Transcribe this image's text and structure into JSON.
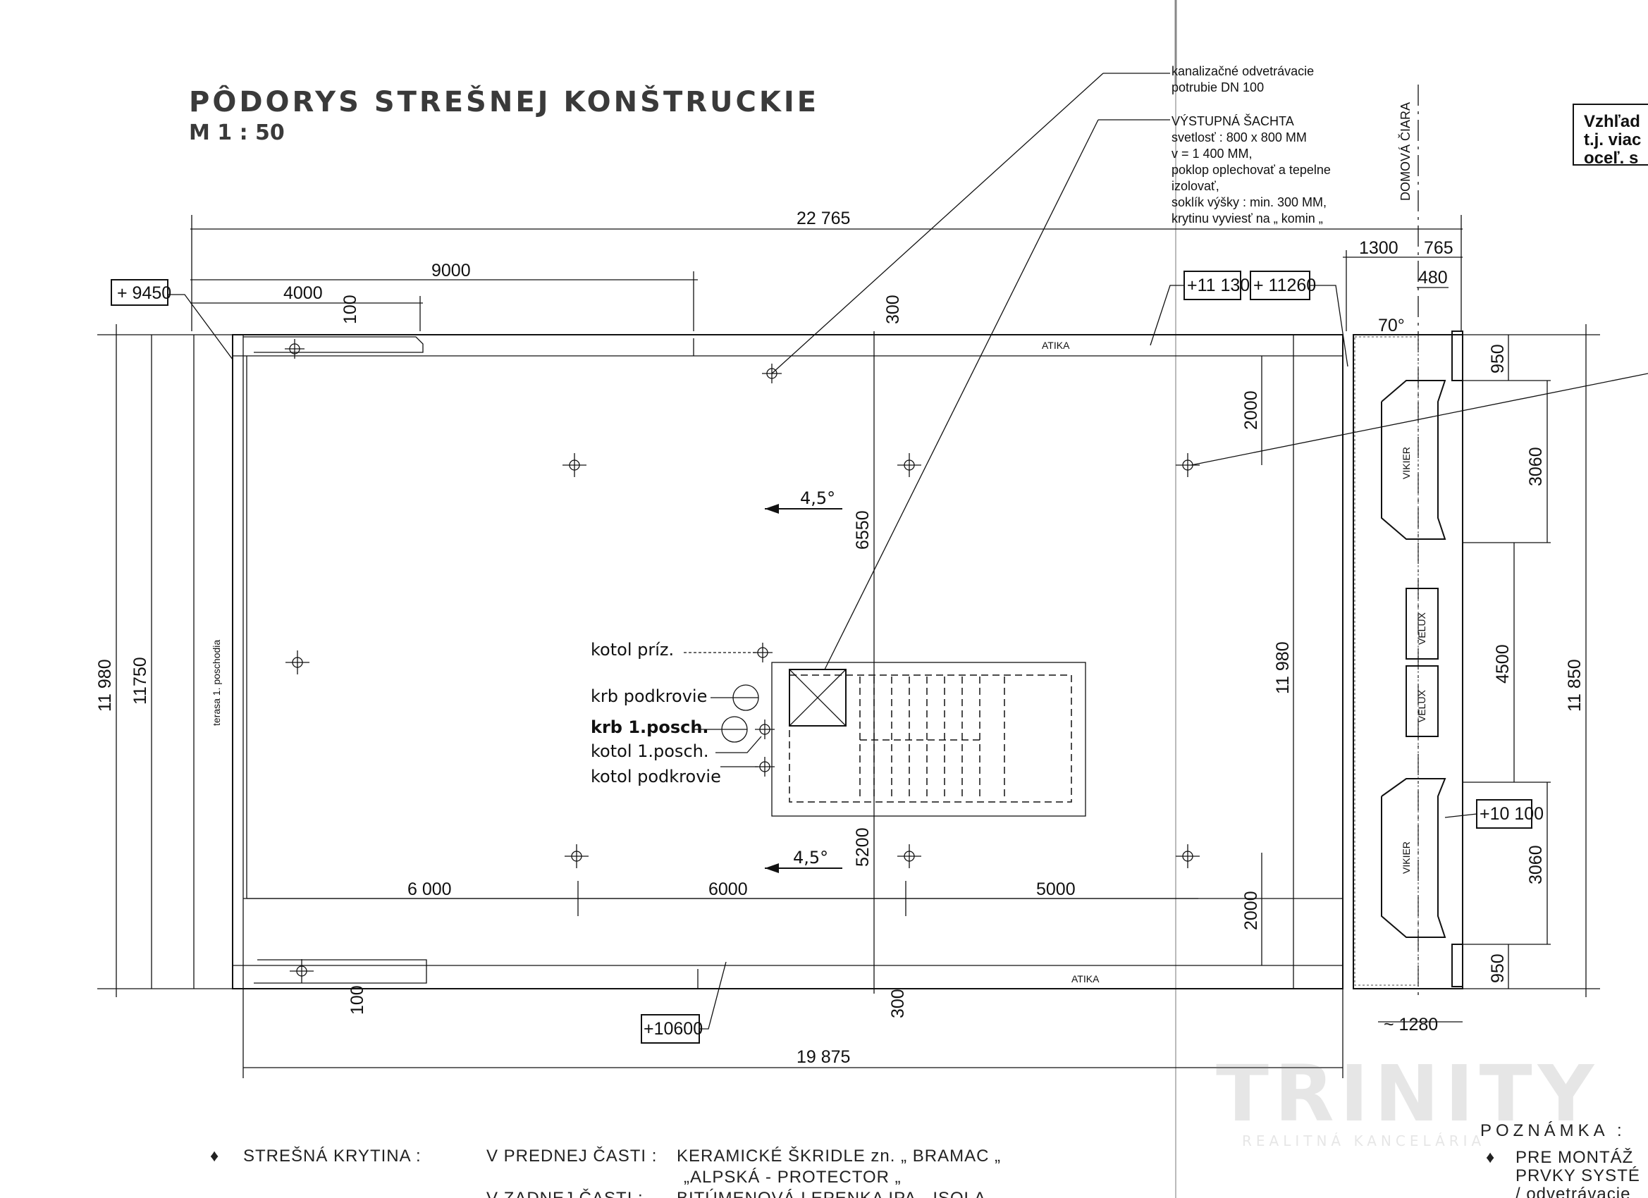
{
  "title": "PÔDORYS STREŠNEJ KONŠTRUCKIE",
  "scale": "M 1 : 50",
  "callouts": {
    "vent_pipe": [
      "kanalizačné odvetrávacie",
      "potrubie  DN 100"
    ],
    "shaft": [
      "VÝSTUPNÁ ŠACHTA",
      "svetlosť : 800 x 800 MM",
      "v = 1 400 MM,",
      "poklop oplechovať a tepelne",
      "izolovať,",
      "soklík výšky : min. 300 MM,",
      "krytinu vyviesť na „ komin „"
    ]
  },
  "boundary_label": "DOMOVÁ ČIARA",
  "side_note": [
    "Vzhľad",
    "t.j. viac",
    "oceľ. s"
  ],
  "dimensions": {
    "total_top": "22 765",
    "d9000": "9000",
    "d4000": "4000",
    "d1300": "1300",
    "d765": "765",
    "d480": "480",
    "d100_top": "100",
    "d300_top": "300",
    "d2000_top": "2000",
    "d6550": "6550",
    "d11980_left": "11 980",
    "d11750": "11750",
    "d11980_mid": "11 980",
    "d950_top": "950",
    "d3060_top": "3060",
    "d4500": "4500",
    "d3060_bot": "3060",
    "d950_bot": "950",
    "d11850": "11 850",
    "d6000_a": "6 000",
    "d6000_b": "6000",
    "d5000": "5000",
    "d5200": "5200",
    "d2000_bot": "2000",
    "d100_bot": "100",
    "d300_bot": "300",
    "total_bottom": "19 875",
    "d1280": "~ 1280"
  },
  "angle": "70°",
  "levels": {
    "l9450": "+ 9450",
    "l11130": "+11 130",
    "l11260": "+ 11260",
    "l10100": "+10 100",
    "l10600": "+10600"
  },
  "labels": {
    "atika_top": "ATIKA",
    "atika_bottom": "ATIKA",
    "terasa": "terasa 1. poschodia",
    "vikier_top": "VIKIER",
    "vikier_bottom": "VIKIER",
    "velux_a": "VELUX",
    "velux_b": "VELUX",
    "slope_top": "4,5°",
    "slope_bottom": "4,5°"
  },
  "chimneys": {
    "kotol_priz": "kotol  príz.",
    "krb_podkrovie": "krb  podkrovie",
    "krb_1posch": "krb 1.posch.",
    "kotol_1posch": "kotol  1.posch.",
    "kotol_podkrovie": "kotol podkrovie"
  },
  "notes": {
    "roofing_label": "STREŠNÁ KRYTINA :",
    "front_part": "V PREDNEJ ČASTI :",
    "front_material": "KERAMICKÉ ŠKRIDLE zn. „ BRAMAC „",
    "front_material_2": "„ALPSKÁ  -  PROTECTOR „",
    "rear_part": "V ZADNEJ ČASTI :",
    "rear_material": "BITÚMENOVÁ  LEPENKA IPA -  ISOLA",
    "poznamka": "POZNÁMKA :",
    "poznamka_1": "PRE MONTÁŽ",
    "poznamka_2": "PRVKY SYSTÉ",
    "poznamka_3": "/ odvetrávacie"
  },
  "watermark": {
    "brand": "TRINITY",
    "sub": "REALITNÁ KANCELÁRIA"
  },
  "colors": {
    "ink": "#111111",
    "title": "#3a3a3a",
    "paper": "#ffffff"
  }
}
